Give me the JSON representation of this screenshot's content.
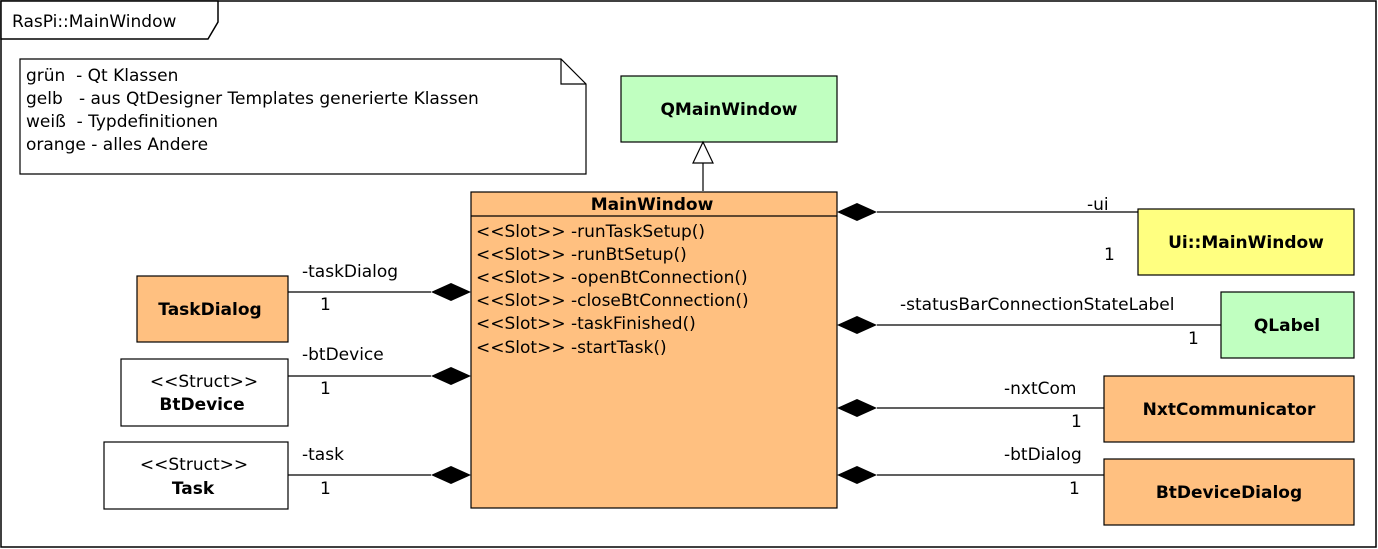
{
  "frame": {
    "title": "RasPi::MainWindow"
  },
  "legend": {
    "lines": [
      "grün  - Qt Klassen",
      "gelb   - aus QtDesigner Templates generierte Klassen",
      "weiß  - Typdefinitionen",
      "orange - alles Andere"
    ]
  },
  "colors": {
    "green": "#c0ffc0",
    "yellow": "#ffff80",
    "orange": "#ffc080",
    "white": "#ffffff",
    "line": "#000000"
  },
  "classes": {
    "qmainwindow": {
      "name": "QMainWindow"
    },
    "mainwindow": {
      "name": "MainWindow",
      "methods": [
        "<<Slot>> -runTaskSetup()",
        "<<Slot>> -runBtSetup()",
        "<<Slot>> -openBtConnection()",
        "<<Slot>> -closeBtConnection()",
        "<<Slot>> -taskFinished()",
        "<<Slot>> -startTask()"
      ]
    },
    "taskdialog": {
      "name": "TaskDialog"
    },
    "btdevice": {
      "stereotype": "<<Struct>>",
      "name": "BtDevice"
    },
    "task": {
      "stereotype": "<<Struct>>",
      "name": "Task"
    },
    "ui_mainwindow": {
      "name": "Ui::MainWindow"
    },
    "qlabel": {
      "name": "QLabel"
    },
    "nxtcommunicator": {
      "name": "NxtCommunicator"
    },
    "btdevicedialog": {
      "name": "BtDeviceDialog"
    }
  },
  "associations": {
    "taskdialog": {
      "role": "-taskDialog",
      "multiplicity": "1"
    },
    "btdevice": {
      "role": "-btDevice",
      "multiplicity": "1"
    },
    "task": {
      "role": "-task",
      "multiplicity": "1"
    },
    "ui": {
      "role": "-ui",
      "multiplicity": "1"
    },
    "statuslabel": {
      "role": "-statusBarConnectionStateLabel",
      "multiplicity": "1"
    },
    "nxtcom": {
      "role": "-nxtCom",
      "multiplicity": "1"
    },
    "btdialog": {
      "role": "-btDialog",
      "multiplicity": "1"
    }
  }
}
